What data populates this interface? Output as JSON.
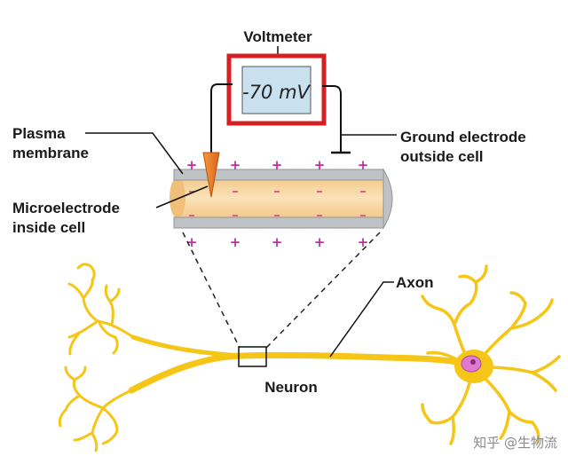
{
  "labels": {
    "voltmeter": "Voltmeter",
    "reading": "-70 mV",
    "plasma_membrane": [
      "Plasma",
      "membrane"
    ],
    "ground_electrode": [
      "Ground electrode",
      "outside cell"
    ],
    "microelectrode": [
      "Microelectrode",
      "inside cell"
    ],
    "axon": "Axon",
    "neuron": "Neuron"
  },
  "charges": {
    "outside": "+",
    "inside": "–"
  },
  "watermark": {
    "icon": "zhihu-logo",
    "text": "知乎 @生物流"
  },
  "colors": {
    "voltmeter_frame": "#d42020",
    "display": "#c9e0ef",
    "membrane": "#bfc3c5",
    "cytoplasm": "#f6cf92",
    "electrode": "#f0882a",
    "charge_plus": "#c0309a",
    "charge_minus": "#e05a8a",
    "neuron": "#f5c518",
    "nucleus": "#e07ad0"
  }
}
